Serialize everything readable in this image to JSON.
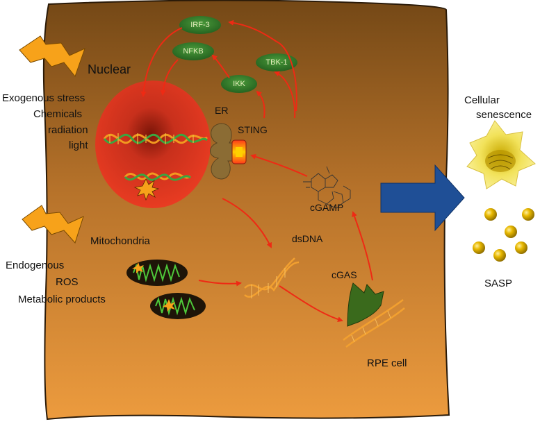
{
  "labels": {
    "nuclear": "Nuclear",
    "exogenous_stress": "Exogenous stress",
    "chemicals": "Chemicals",
    "radiation": "radiation",
    "light": "light",
    "er": "ER",
    "sting": "STING",
    "mitochondria": "Mitochondria",
    "endogenous": "Endogenous",
    "ros": "ROS",
    "metabolic_products": "Metabolic products",
    "dsdna": "dsDNA",
    "cgas": "cGAS",
    "cgamp": "cGAMP",
    "rpe_cell": "RPE cell",
    "cellular": "Cellular",
    "senescence": "senescence",
    "sasp": "SASP"
  },
  "signaling_nodes": {
    "irf3": "IRF-3",
    "nfkb": "NFKB",
    "tbk1": "TBK-1",
    "ikk": "IKK"
  },
  "colors": {
    "cell_top": "#7a4c1a",
    "cell_bottom": "#e9963a",
    "nucleus": "#e53a22",
    "arrow": "#ee2a14",
    "node_fill": "#2f7a2a",
    "big_arrow": "#1f4f96",
    "sasp_particle": "#e3b200",
    "lightning": "#f7a21a"
  }
}
